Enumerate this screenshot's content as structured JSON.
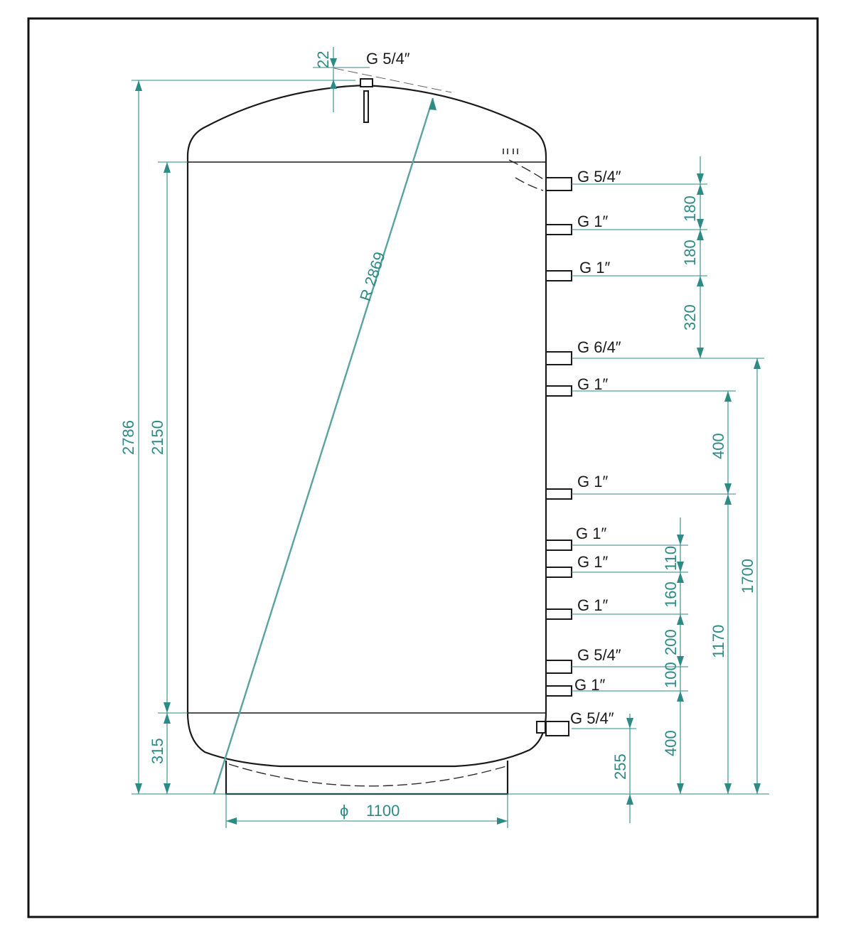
{
  "connections": [
    {
      "id": "top",
      "label": "G 5/4″"
    },
    {
      "id": "c1",
      "label": "G 5/4″"
    },
    {
      "id": "c2",
      "label": "G 1″"
    },
    {
      "id": "c3",
      "label": "G 1″"
    },
    {
      "id": "c4",
      "label": "G 6/4″"
    },
    {
      "id": "c5",
      "label": "G 1″"
    },
    {
      "id": "c6",
      "label": "G 1″"
    },
    {
      "id": "c7",
      "label": "G 1″"
    },
    {
      "id": "c8",
      "label": "G 1″"
    },
    {
      "id": "c9",
      "label": "G 1″"
    },
    {
      "id": "c10",
      "label": "G 5/4″"
    },
    {
      "id": "c11",
      "label": "G 1″"
    },
    {
      "id": "c12",
      "label": "G 5/4″"
    }
  ],
  "dimensions": {
    "top_connection": "22",
    "radius": "R 2869",
    "total_height": "2786",
    "shell_height": "2150",
    "bottom_head": "315",
    "diameter_symbol": "ϕ",
    "diameter": "1100",
    "bottom_connection": "255",
    "upper_spacings": [
      "180",
      "180",
      "320"
    ],
    "middle_gap": "400",
    "lower_spacings": [
      "110",
      "160",
      "200",
      "100"
    ],
    "lower_base": "400",
    "h_1170": "1170",
    "h_1700": "1700"
  }
}
